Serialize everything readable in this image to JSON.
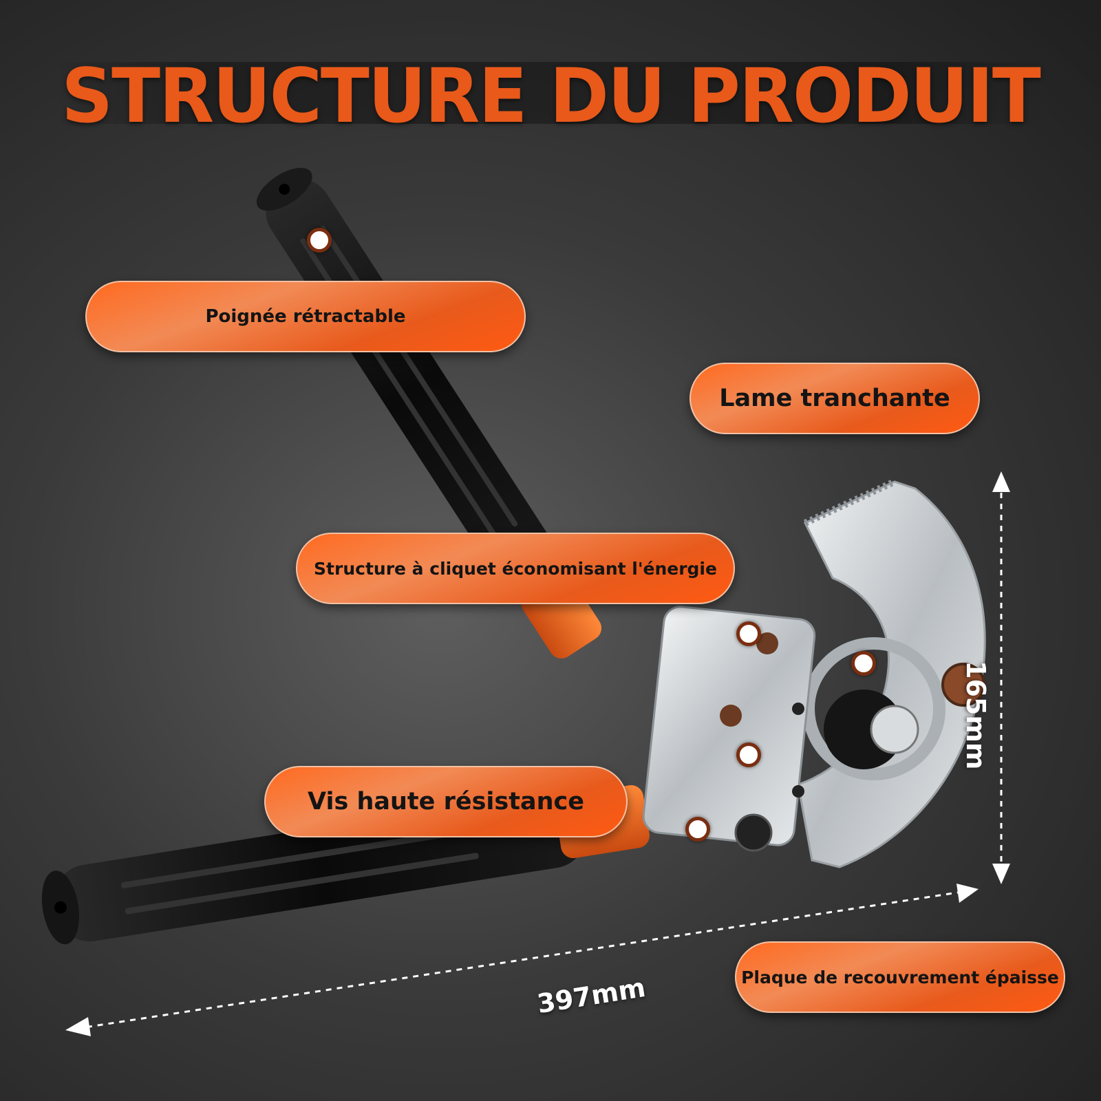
{
  "title": "STRUCTURE DU PRODUIT",
  "labels": {
    "handle": "Poignée rétractable",
    "blade": "Lame tranchante",
    "ratchet": "Structure à cliquet économisant l'énergie",
    "screw": "Vis haute résistance",
    "plate": "Plaque de recouvrement épaisse"
  },
  "dimensions": {
    "height": "165mm",
    "length": "397mm"
  },
  "colors": {
    "accent": "#e8591a",
    "handle": "#111111",
    "blade": "#cfd3d6"
  }
}
